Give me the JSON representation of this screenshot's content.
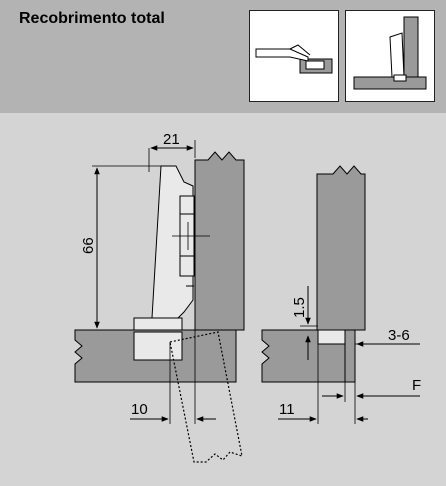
{
  "header": {
    "title": "Recobrimento total"
  },
  "thumbnails": [
    {
      "name": "top-view-thumbnail"
    },
    {
      "name": "side-view-thumbnail"
    }
  ],
  "dimensions": {
    "d21": "21",
    "d66": "66",
    "d1_5": "1.5",
    "d3_6": "3-6",
    "dF": "F",
    "d10": "10",
    "d11": "11"
  },
  "colors": {
    "header_bg": "#b3b3b3",
    "panel_bg": "#d4d4d4",
    "material_gray": "#9a9a9a",
    "hinge_light": "#e9e9e9"
  }
}
